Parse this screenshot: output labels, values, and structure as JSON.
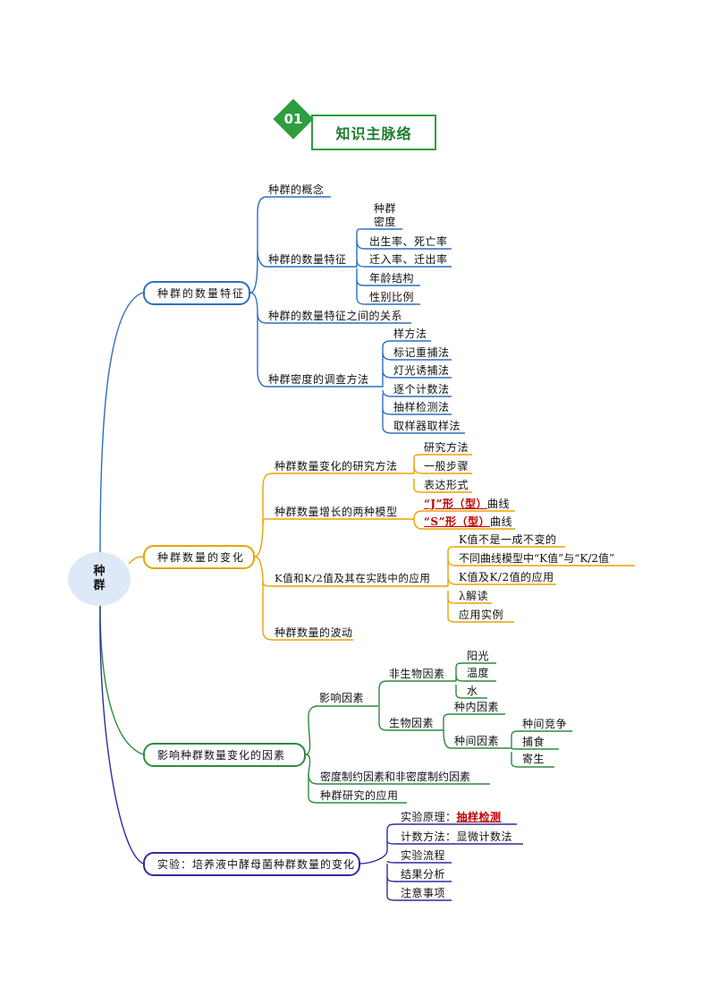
{
  "header": {
    "number": "01",
    "title": "知识主脉络"
  },
  "root": {
    "line1": "种",
    "line2": "群"
  },
  "colors": {
    "blue": "#2f6fbf",
    "orange": "#e8a400",
    "green": "#2e8b3e",
    "navy": "#2d2f9a",
    "red": "#c00000"
  },
  "sections": [
    {
      "label": "种群的数量特征"
    },
    {
      "label": "种群数量的变化"
    },
    {
      "label": "影响种群数量变化的因素"
    },
    {
      "label": "实验：培养液中酵母菌种群数量的变化"
    }
  ],
  "s1": {
    "concept": "种群的概念",
    "features": "种群的数量特征",
    "density1": "种群",
    "density2": "密度",
    "birth": "出生率、死亡率",
    "migration": "迁入率、迁出率",
    "age": "年龄结构",
    "sex": "性别比例",
    "relation": "种群的数量特征之间的关系",
    "survey": "种群密度的调查方法",
    "sample": "样方法",
    "mark": "标记重捕法",
    "light": "灯光诱捕法",
    "count": "逐个计数法",
    "detect": "抽样检测法",
    "sampler": "取样器取样法"
  },
  "s2": {
    "research": "种群数量变化的研究方法",
    "method": "研究方法",
    "steps": "一般步骤",
    "expr": "表达形式",
    "models": "种群数量增长的两种模型",
    "j_red": "“J”形（型）",
    "j_tail": "曲线",
    "s_red": "“S”形（型）",
    "s_tail": "曲线",
    "kvalue": "K值和K/2值及其在实践中的应用",
    "k1": "K值不是一成不变的",
    "k2": "不同曲线模型中“K值”与“K/2值”",
    "k3": "K值及K/2值的应用",
    "k4": "λ解读",
    "k5": "应用实例",
    "fluct": "种群数量的波动"
  },
  "s3": {
    "influence": "影响因素",
    "abiotic": "非生物因素",
    "sun": "阳光",
    "temp": "温度",
    "water": "水",
    "biotic": "生物因素",
    "intra": "种内因素",
    "inter": "种间因素",
    "comp": "种间竞争",
    "pred": "捕食",
    "para": "寄生",
    "density": "密度制约因素和非密度制约因素",
    "app": "种群研究的应用"
  },
  "s4": {
    "principle": "实验原理：",
    "principle_red": "抽样检测",
    "counting": "计数方法：显微计数法",
    "flow": "实验流程",
    "result": "结果分析",
    "notes": "注意事项"
  }
}
